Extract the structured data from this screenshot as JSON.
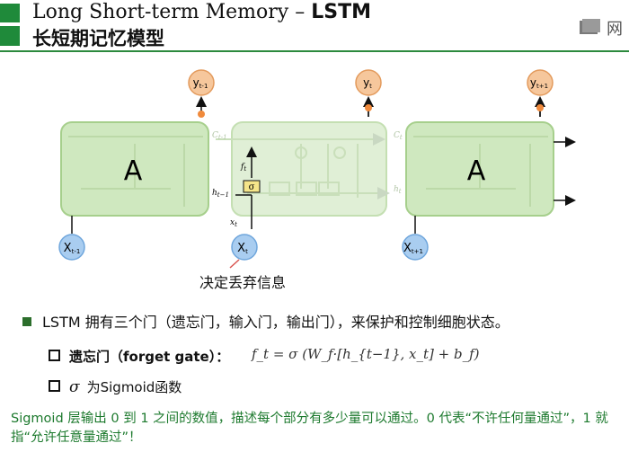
{
  "header": {
    "title_en_prefix": "Long Short-term Memory – ",
    "title_en_bold": "LSTM",
    "title_zh": "长短期记忆模型",
    "corner_text": "网"
  },
  "diagram": {
    "cell_label": "A",
    "inputs": [
      "X",
      "X",
      "X"
    ],
    "input_subscripts": [
      "t-1",
      "t",
      "t+1"
    ],
    "outputs": [
      "y",
      "y",
      "y"
    ],
    "output_subscripts": [
      "t-1",
      "t",
      "t+1"
    ],
    "inner_labels": {
      "c_prev": "C",
      "c_prev_sub": "t-1",
      "c_next": "C",
      "c_next_sub": "t",
      "h_prev": "h",
      "h_prev_sub": "t−1",
      "h_next": "h",
      "h_next_sub": "t",
      "x_in": "x",
      "x_in_sub": "t",
      "f_out": "f",
      "f_out_sub": "t",
      "sigma": "σ"
    },
    "caption": "决定丢弃信息",
    "colors": {
      "cell_fill": "#cfe8bf",
      "cell_stroke": "#a6cf8c",
      "input_fill": "#a9cdf0",
      "output_fill": "#f6c79c",
      "dot_fill": "#f08a3c",
      "gate_fill": "#f5e58a"
    }
  },
  "content": {
    "bullet_main": "LSTM 拥有三个门（遗忘门，输入门，输出门），来保护和控制细胞状态。",
    "sub1_label": "遗忘门（forget gate）：",
    "formula": "f_t = σ (W_f·[h_{t−1}, x_t] + b_f)",
    "sub2_sigma": "σ",
    "sub2_text": "为Sigmoid函数",
    "description": "Sigmoid 层输出 0 到 1 之间的数值，描述每个部分有多少量可以通过。0 代表“不许任何量通过”，1 就指“允许任意量通过”！"
  }
}
